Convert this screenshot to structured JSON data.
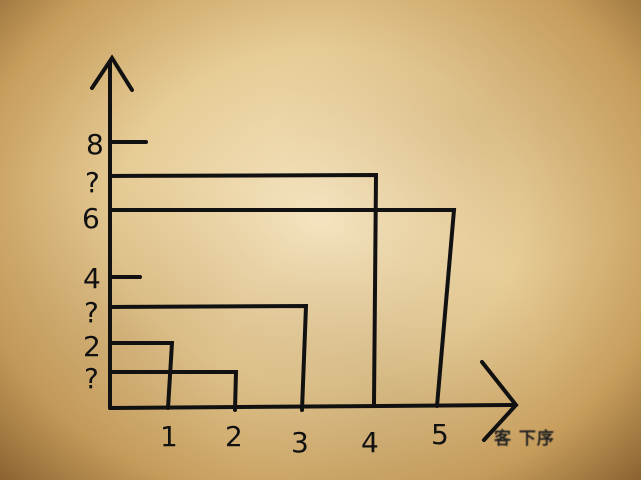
{
  "chart_data": {
    "type": "diagram",
    "y_tick_labels": [
      "?",
      "2",
      "?",
      "4",
      "6",
      "?",
      "8"
    ],
    "x_tick_labels": [
      "1",
      "2",
      "3",
      "4",
      "5"
    ],
    "x_axis_name": "客 下序",
    "pairs": [
      {
        "x": "1",
        "y": "2"
      },
      {
        "x": "2",
        "y": "?"
      },
      {
        "x": "3",
        "y": "?"
      },
      {
        "x": "4",
        "y": "?"
      },
      {
        "x": "5",
        "y": "6"
      }
    ]
  }
}
